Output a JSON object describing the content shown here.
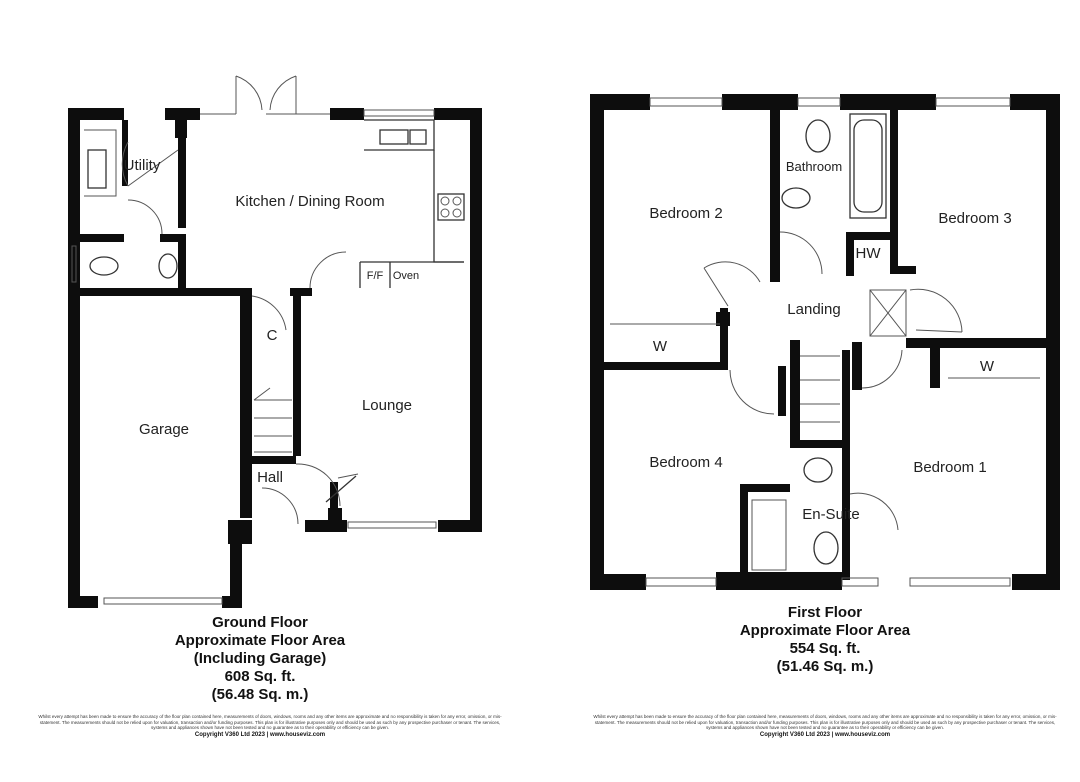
{
  "ground_floor": {
    "rooms": {
      "utility": "Utility",
      "kitchen": "Kitchen / Dining Room",
      "ff": "F/F",
      "oven": "Oven",
      "cupboard": "C",
      "garage": "Garage",
      "lounge": "Lounge",
      "hall": "Hall"
    },
    "caption": {
      "line1": "Ground Floor",
      "line2": "Approximate Floor Area",
      "line3": "(Including Garage)",
      "line4": "608 Sq. ft.",
      "line5": "(56.48 Sq. m.)"
    },
    "disclaimer": "Whilst every attempt has been made to ensure the accuracy of the floor plan contained here, measurements of doors, windows, rooms and any other items are approximate and no responsibility is taken for any error, omission, or mis-statement. The measurements should not be relied upon for valuation, transaction and/or funding purposes. This plan is for illustrative purposes only and should be used as such by any prospective purchaser or tenant. The services, systems and appliances shown have not been tested and no guarantee as to their operability or efficiency can be given.",
    "copyright": "Copyright V360 Ltd 2023 | www.houseviz.com"
  },
  "first_floor": {
    "rooms": {
      "bedroom2": "Bedroom 2",
      "bathroom": "Bathroom",
      "bedroom3": "Bedroom 3",
      "hw": "HW",
      "landing": "Landing",
      "w_left": "W",
      "w_right": "W",
      "bedroom4": "Bedroom 4",
      "bedroom1": "Bedroom 1",
      "ensuite": "En-Suite"
    },
    "caption": {
      "line1": "First Floor",
      "line2": "Approximate Floor Area",
      "line3": "554 Sq. ft.",
      "line4": "(51.46 Sq. m.)"
    },
    "disclaimer": "Whilst every attempt has been made to ensure the accuracy of the floor plan contained here, measurements of doors, windows, rooms and any other items are approximate and no responsibility is taken for any error, omission, or mis-statement. The measurements should not be relied upon for valuation, transaction and/or funding purposes. This plan is for illustrative purposes only and should be used as such by any prospective purchaser or tenant. The services, systems and appliances shown have not been tested and no guarantee as to their operability or efficiency can be given.",
    "copyright": "Copyright V360 Ltd 2023 | www.houseviz.com"
  }
}
